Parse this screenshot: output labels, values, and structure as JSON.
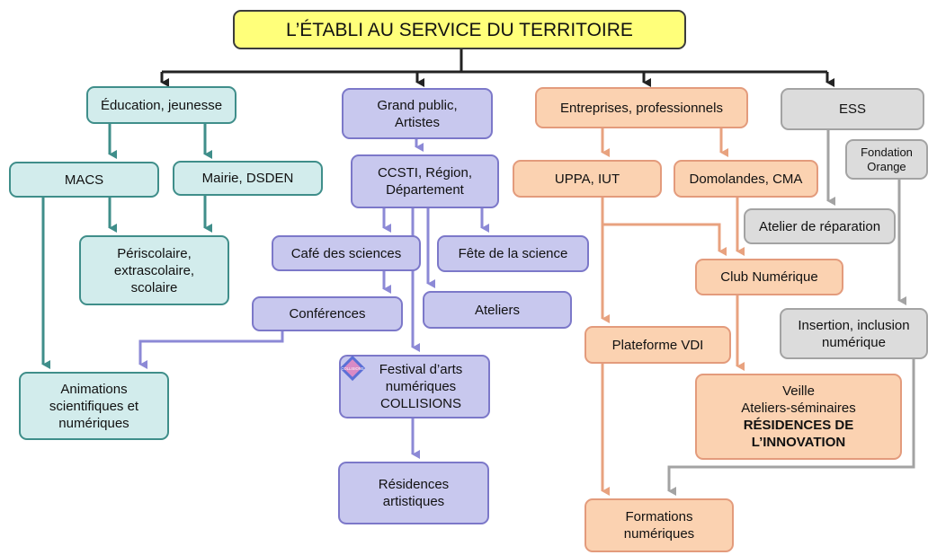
{
  "title": "L’ÉTABLI AU SERVICE DU TERRITOIRE",
  "logo_text": "COLLISIONS",
  "nodes": {
    "education": {
      "lines": [
        "Éducation, jeunesse"
      ]
    },
    "grand_public": {
      "lines": [
        "Grand public,",
        "Artistes"
      ]
    },
    "entreprises": {
      "lines": [
        "Entreprises, professionnels"
      ]
    },
    "ess": {
      "lines": [
        "ESS"
      ]
    },
    "macs": {
      "lines": [
        "MACS"
      ]
    },
    "mairie": {
      "lines": [
        "Mairie, DSDEN"
      ]
    },
    "periscolaire": {
      "lines": [
        "Périscolaire,",
        "extrascolaire,",
        "scolaire"
      ]
    },
    "animations": {
      "lines": [
        "Animations",
        "scientifiques et",
        "numériques"
      ]
    },
    "ccsti": {
      "lines": [
        "CCSTI, Région,",
        "Département"
      ]
    },
    "cafe": {
      "lines": [
        "Café des sciences"
      ]
    },
    "fete": {
      "lines": [
        "Fête de la science"
      ]
    },
    "conferences": {
      "lines": [
        "Conférences"
      ]
    },
    "ateliers": {
      "lines": [
        "Ateliers"
      ]
    },
    "festival": {
      "lines": [
        "Festival d’arts",
        "numériques",
        "COLLISIONS"
      ]
    },
    "residences_art": {
      "lines": [
        "Résidences",
        "artistiques"
      ]
    },
    "uppa": {
      "lines": [
        "UPPA, IUT"
      ]
    },
    "domolandes": {
      "lines": [
        "Domolandes, CMA"
      ]
    },
    "fondation": {
      "lines": [
        "Fondation",
        "Orange"
      ]
    },
    "atelier_rep": {
      "lines": [
        "Atelier de réparation"
      ]
    },
    "club": {
      "lines": [
        "Club Numérique"
      ]
    },
    "insertion": {
      "lines": [
        "Insertion, inclusion",
        "numérique"
      ]
    },
    "plateforme": {
      "lines": [
        "Plateforme VDI"
      ]
    },
    "veille": {
      "lines": [
        "Veille",
        "Ateliers-séminaires",
        "RÉSIDENCES DE",
        "L’INNOVATION"
      ]
    },
    "formations": {
      "lines": [
        "Formations",
        "numériques"
      ]
    }
  },
  "colors": {
    "teal": "#3f8e8a",
    "violet": "#8c89d6",
    "orange": "#e8a27f",
    "grey": "#a3a3a3",
    "black": "#222222"
  }
}
